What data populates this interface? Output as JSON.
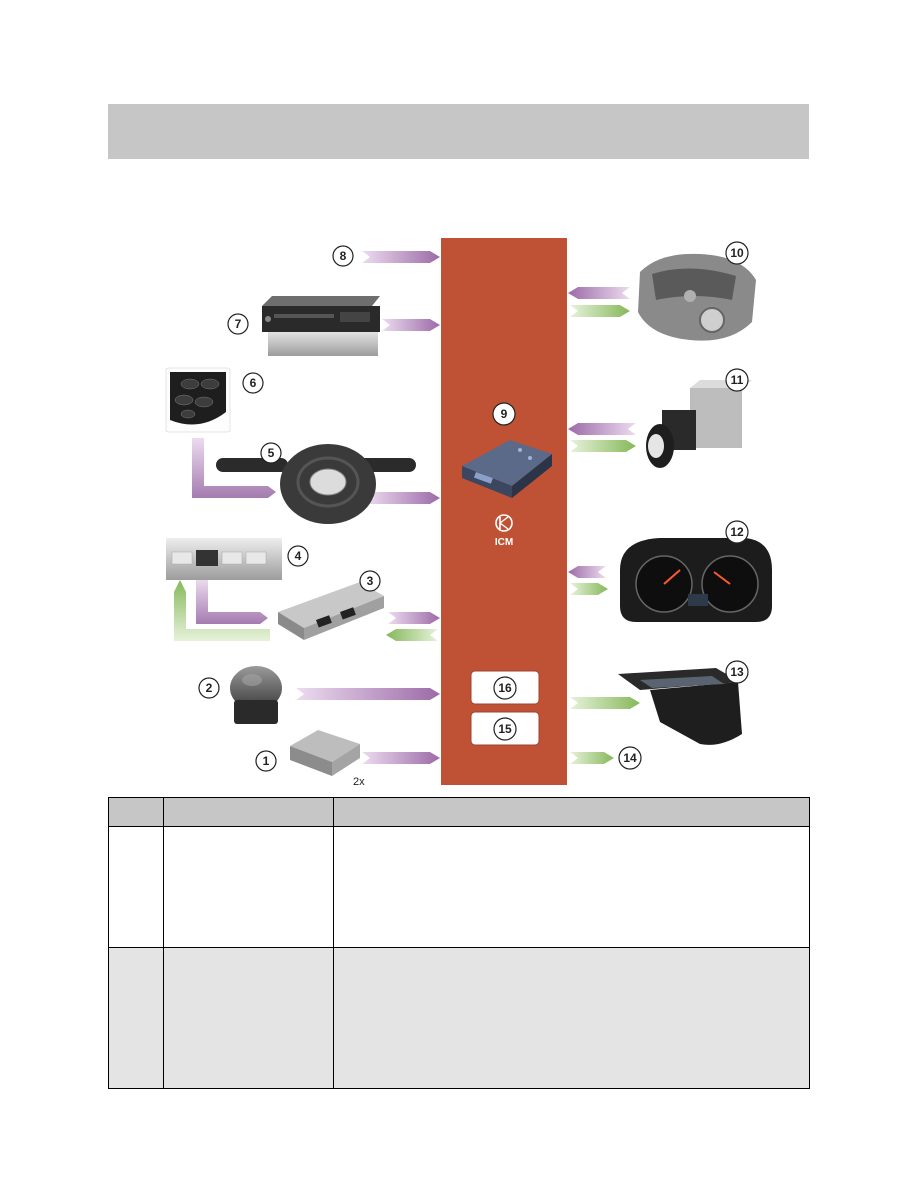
{
  "diagram": {
    "center_module": "ICM",
    "component_numbers": [
      "1",
      "2",
      "3",
      "4",
      "5",
      "6",
      "7",
      "8",
      "9",
      "10",
      "11",
      "12",
      "13",
      "14",
      "15",
      "16"
    ],
    "quantity_note": "2x",
    "colors": {
      "bus": "#bf5234",
      "input_arrow": "#a57bb0",
      "output_arrow": "#94c26a",
      "header": "#c6c6c6",
      "table_alt_row": "#e4e4e4"
    }
  },
  "table": {
    "headers": [
      "",
      "",
      ""
    ],
    "rows": [
      [
        "",
        "",
        ""
      ],
      [
        "",
        "",
        ""
      ]
    ]
  }
}
